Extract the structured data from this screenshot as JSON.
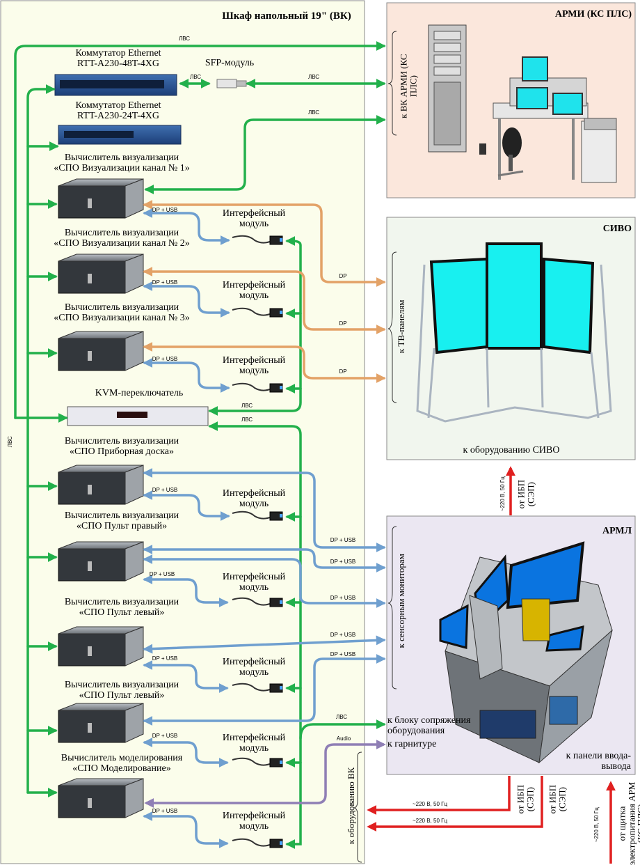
{
  "cabinet": {
    "title": "Шкаф напольный 19\" (ВК)"
  },
  "devices": {
    "switch48": {
      "name": "Коммутатор Ethernet",
      "model": "RTT-A230-48T-4XG"
    },
    "switch24": {
      "name": "Коммутатор Ethernet",
      "model": "RTT-A230-24T-4XG"
    },
    "sfp": {
      "name": "SFP-модуль"
    },
    "kvm": {
      "name": "KVM-переключатель"
    },
    "computers": [
      {
        "line1": "Вычислитель визуализации",
        "line2": "«СПО Визуализации канал № 1»"
      },
      {
        "line1": "Вычислитель визуализации",
        "line2": "«СПО Визуализации канал № 2»"
      },
      {
        "line1": "Вычислитель визуализации",
        "line2": "«СПО Визуализации канал № 3»"
      },
      {
        "line1": "Вычислитель визуализации",
        "line2": "«СПО Приборная доска»"
      },
      {
        "line1": "Вычислитель визуализации",
        "line2": "«СПО Пульт правый»"
      },
      {
        "line1": "Вычислитель визуализации",
        "line2": "«СПО Пульт левый»"
      },
      {
        "line1": "Вычислитель визуализации",
        "line2": "«СПО Пульт левый»"
      },
      {
        "line1": "Вычислитель моделирования",
        "line2": "«СПО Моделирование»"
      }
    ],
    "interface_module": {
      "line1": "Интерфейсный",
      "line2": "модуль"
    }
  },
  "cable_labels": {
    "lan": "ЛВС",
    "dp_usb": "DP + USB",
    "dp": "DP",
    "audio": "Audio",
    "power": "~220 В, 50 Гц"
  },
  "armi": {
    "title": "АРМИ (КС ПЛС)",
    "bracket_label": "к ВК АРМИ (КС ПЛС)"
  },
  "sivo": {
    "title": "СИВО",
    "bracket_label": "к ТВ-панелям",
    "bottom_label": "к оборудованию СИВО"
  },
  "arml": {
    "title": "АРМЛ",
    "bracket_label": "к сенсорным мониторам",
    "link_block": "к блоку сопряжения оборудования",
    "link_headset": "к гарнитуре",
    "io_panel": "к панели ввода-вывода"
  },
  "power": {
    "from_ups_1": "от ИБП (СЭП)",
    "from_ups_2": "от ИБП (СЭП)",
    "from_ups_3": "от ИБП (СЭП)",
    "from_shield": "от щитка электропитания АРМ (КС ПЛС)"
  },
  "vk_bracket": "к оборудованию ВК",
  "colors": {
    "lan": "#22b04b",
    "dp": "#e3a267",
    "dp_usb": "#6f9fcf",
    "audio": "#8f7fb5",
    "power": "#e02020",
    "cabinet_bg": "#fbfdeb",
    "armi_bg": "#fbe7dc",
    "sivo_bg": "#f1f6ee",
    "arml_bg": "#ebe7f2"
  }
}
